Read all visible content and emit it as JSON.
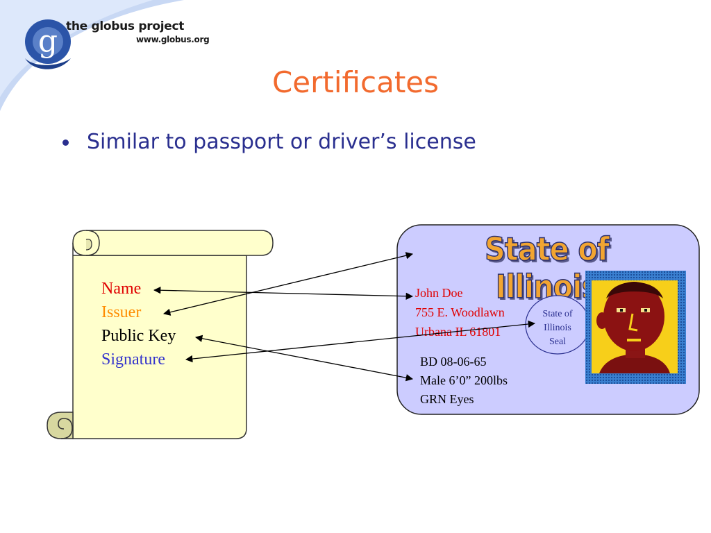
{
  "logo": {
    "letter": "g",
    "name": "the globus project",
    "url": "www.globus.org"
  },
  "slide": {
    "title": "Certificates",
    "bullets": [
      "Similar to passport or driver’s license"
    ]
  },
  "certificate_scroll": {
    "fields": {
      "name": "Name",
      "issuer": "Issuer",
      "public_key": "Public Key",
      "signature": "Signature"
    }
  },
  "drivers_license": {
    "title": "State of Illinois",
    "address": [
      "John Doe",
      "755 E. Woodlawn",
      "Urbana IL 61801"
    ],
    "seal": [
      "State of",
      "Illinois",
      "Seal"
    ],
    "details": [
      "BD 08-06-65",
      "Male 6’0” 200lbs",
      "GRN Eyes"
    ]
  },
  "colors": {
    "title": "#f26a2e",
    "bullet": "#2a2f8f",
    "scroll_fill": "#ffffcc",
    "license_fill": "#ccccff",
    "name": "#e00000",
    "issuer": "#ff8c00",
    "signature": "#3333cc"
  }
}
